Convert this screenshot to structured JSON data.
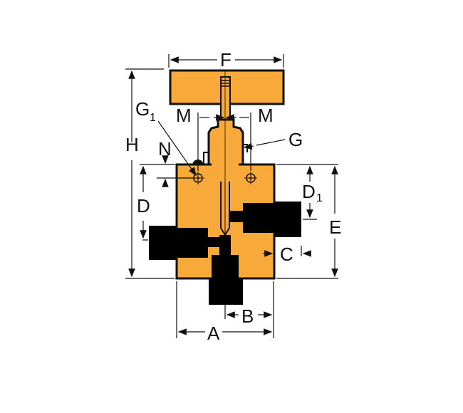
{
  "diagram": {
    "type": "valve dimension drawing",
    "colors": {
      "body": "#F7A93A",
      "outline": "#111111",
      "ports": "#000000",
      "background": "#FFFFFF"
    },
    "labels": {
      "F": "F",
      "H": "H",
      "G1_main": "G",
      "G1_sub": "1",
      "M_left": "M",
      "M_right": "M",
      "G": "G",
      "N": "N",
      "D": "D",
      "D1_main": "D",
      "D1_sub": "1",
      "E": "E",
      "C": "C",
      "B": "B",
      "A": "A"
    }
  }
}
